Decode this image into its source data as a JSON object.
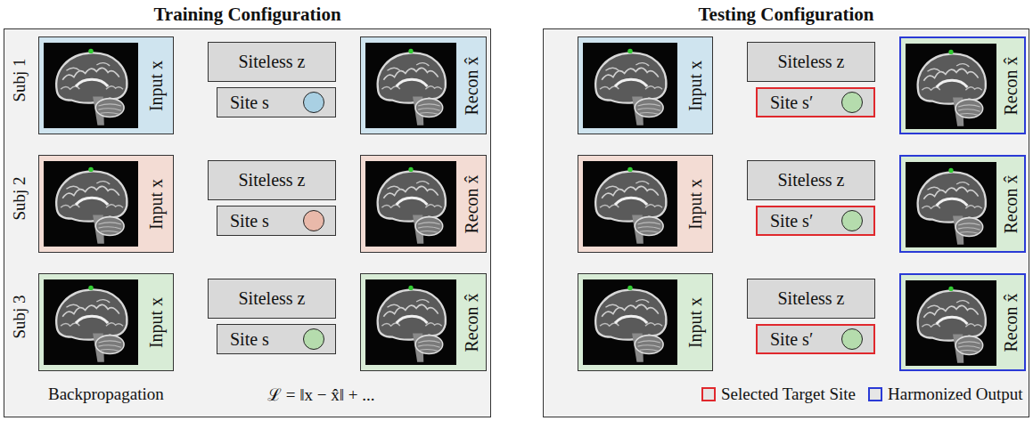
{
  "diagram": {
    "nodes": [
      {
        "text": [
          "Training Configuration"
        ]
      },
      {
        "text": [
          "Input x"
        ],
        "in": 0
      },
      {
        "text": [
          "Siteless z"
        ],
        "in": 0
      },
      {
        "text": [
          "Site s"
        ],
        "in": 0
      },
      {
        "text": [
          "Recon x̂"
        ],
        "in": 0
      },
      {
        "text": [
          "Input x"
        ],
        "in": 0
      },
      {
        "text": [
          "Siteless z"
        ],
        "in": 0
      },
      {
        "text": [
          "Site s"
        ],
        "in": 0
      },
      {
        "text": [
          "Recon x̂"
        ],
        "in": 0
      },
      {
        "text": [
          "Input x"
        ],
        "in": 0
      },
      {
        "text": [
          "Siteless z"
        ],
        "in": 0
      },
      {
        "text": [
          "Site s"
        ],
        "in": 0
      },
      {
        "text": [
          "Recon x̂"
        ],
        "in": 0
      },
      {
        "text": [
          "Testing Configuration"
        ]
      },
      {
        "text": [
          "Input x"
        ],
        "in": 13
      },
      {
        "text": [
          "Siteless z"
        ],
        "in": 13
      },
      {
        "text": [
          "Site s′"
        ],
        "in": 13
      },
      {
        "text": [
          "Recon x̂"
        ],
        "in": 13
      },
      {
        "text": [
          "Input x"
        ],
        "in": 13
      },
      {
        "text": [
          "Siteless z"
        ],
        "in": 13
      },
      {
        "text": [
          "Site s′"
        ],
        "in": 13
      },
      {
        "text": [
          "Recon x̂"
        ],
        "in": 13
      },
      {
        "text": [
          "Input x"
        ],
        "in": 13
      },
      {
        "text": [
          "Siteless z"
        ],
        "in": 13
      },
      {
        "text": [
          "Site s′"
        ],
        "in": 13
      },
      {
        "text": [
          "Recon x̂"
        ],
        "in": 13
      }
    ],
    "edges": [
      {
        "from": 1,
        "to": 2,
        "arrow": "to"
      },
      {
        "from": 2,
        "to": 4,
        "arrow": "to"
      },
      {
        "from": 3,
        "to": 4,
        "arrow": "to"
      },
      {
        "from": 5,
        "to": 6,
        "arrow": "to"
      },
      {
        "from": 6,
        "to": 8,
        "arrow": "to"
      },
      {
        "from": 7,
        "to": 8,
        "arrow": "to"
      },
      {
        "from": 9,
        "to": 10,
        "arrow": "to"
      },
      {
        "from": 10,
        "to": 12,
        "arrow": "to"
      },
      {
        "from": 11,
        "to": 12,
        "arrow": "to"
      },
      {
        "from": 14,
        "to": 15,
        "arrow": "to"
      },
      {
        "from": 15,
        "to": 17,
        "arrow": "to"
      },
      {
        "from": 16,
        "to": 17,
        "arrow": "to"
      },
      {
        "from": 18,
        "to": 19,
        "arrow": "to"
      },
      {
        "from": 19,
        "to": 21,
        "arrow": "to"
      },
      {
        "from": 20,
        "to": 21,
        "arrow": "to"
      },
      {
        "from": 22,
        "to": 23,
        "arrow": "to"
      },
      {
        "from": 23,
        "to": 25,
        "arrow": "to"
      },
      {
        "from": 24,
        "to": 25,
        "arrow": "to"
      }
    ],
    "labels": [
      "Subj 1",
      "Subj 2",
      "Subj 3",
      "Backpropagation",
      "ℒ = ‖x − x̂‖ + ..."
    ],
    "legend": [
      {
        "text": "Selected Target Site",
        "color": "#e0282d"
      },
      {
        "text": "Harmonized Output",
        "color": "#2a3ad6"
      }
    ]
  }
}
